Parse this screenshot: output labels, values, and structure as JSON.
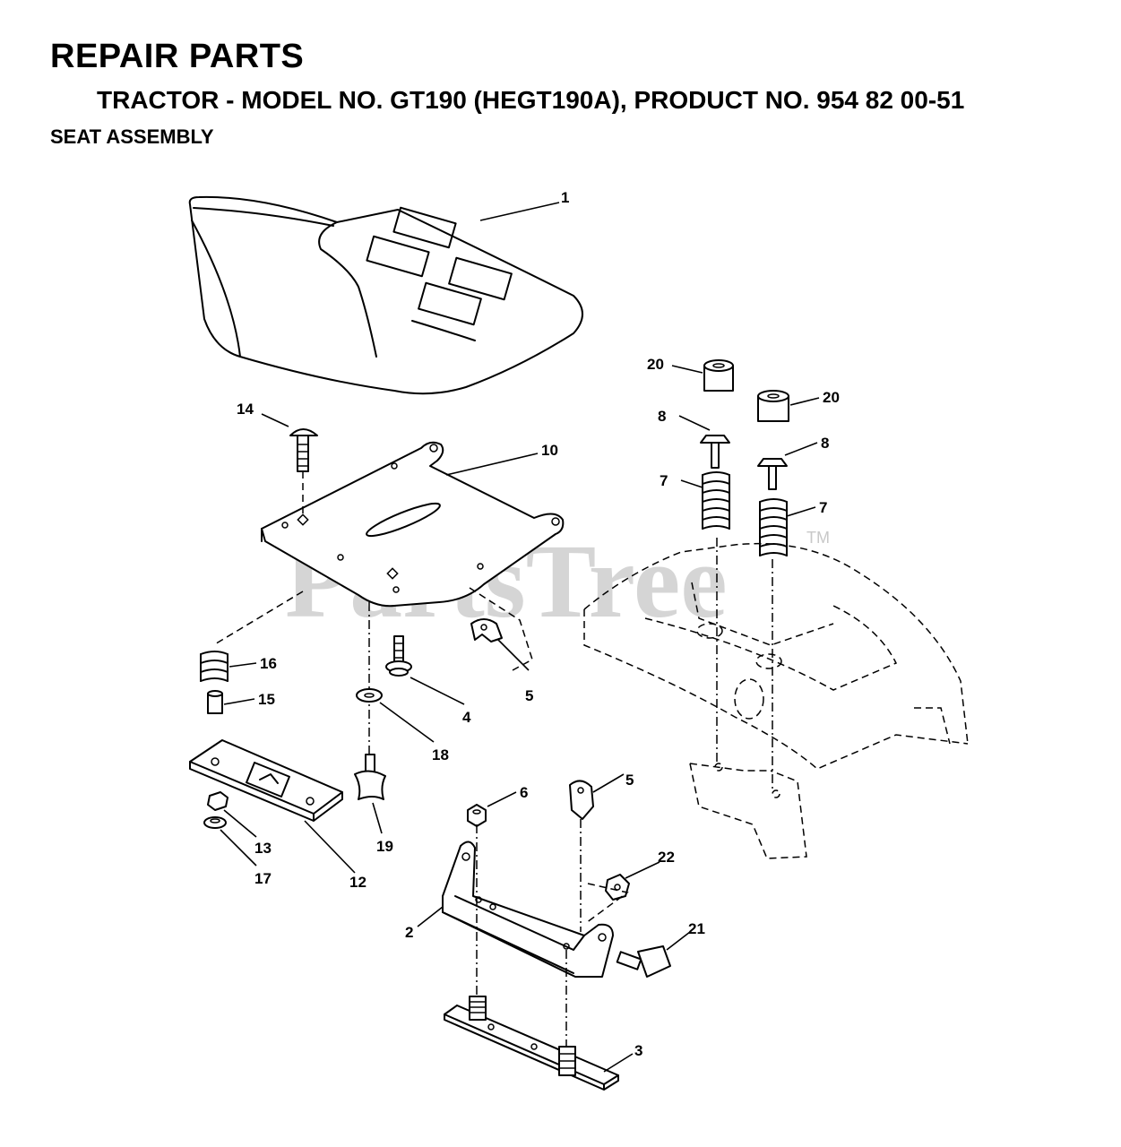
{
  "header": {
    "title": "REPAIR PARTS",
    "subtitle": "TRACTOR - MODEL NO. GT190 (HEGT190A), PRODUCT NO. 954 82 00-51",
    "section": "SEAT ASSEMBLY"
  },
  "watermark": {
    "text": "PartsTree",
    "tm": "TM"
  },
  "callouts": {
    "c1": "1",
    "c2": "2",
    "c3": "3",
    "c4": "4",
    "c5a": "5",
    "c5b": "5",
    "c6": "6",
    "c7a": "7",
    "c7b": "7",
    "c8a": "8",
    "c8b": "8",
    "c10": "10",
    "c12": "12",
    "c13": "13",
    "c14": "14",
    "c15": "15",
    "c16": "16",
    "c17": "17",
    "c18": "18",
    "c19": "19",
    "c20a": "20",
    "c20b": "20",
    "c21": "21",
    "c22": "22"
  }
}
